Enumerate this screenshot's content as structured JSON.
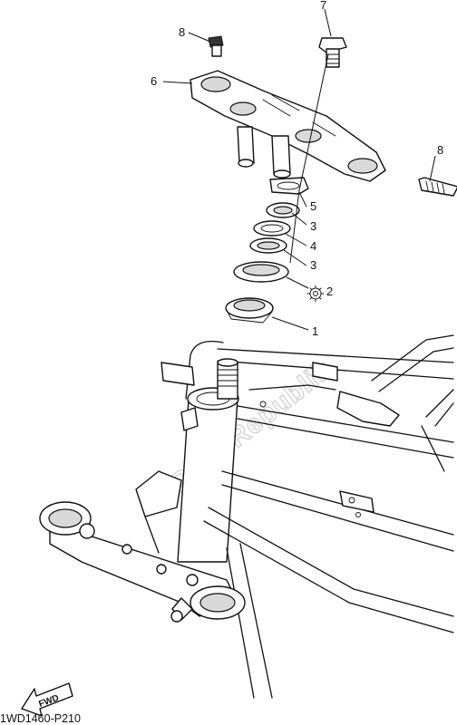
{
  "callouts": {
    "c1": "1",
    "c2": "2",
    "c3a": "3",
    "c3b": "3",
    "c4": "4",
    "c5": "5",
    "c6": "6",
    "c7": "7",
    "c8a": "8",
    "c8b": "8"
  },
  "diagram_code": "1WD1460-P210",
  "fwd_label": "FWD",
  "watermark": "PartsRepublik"
}
